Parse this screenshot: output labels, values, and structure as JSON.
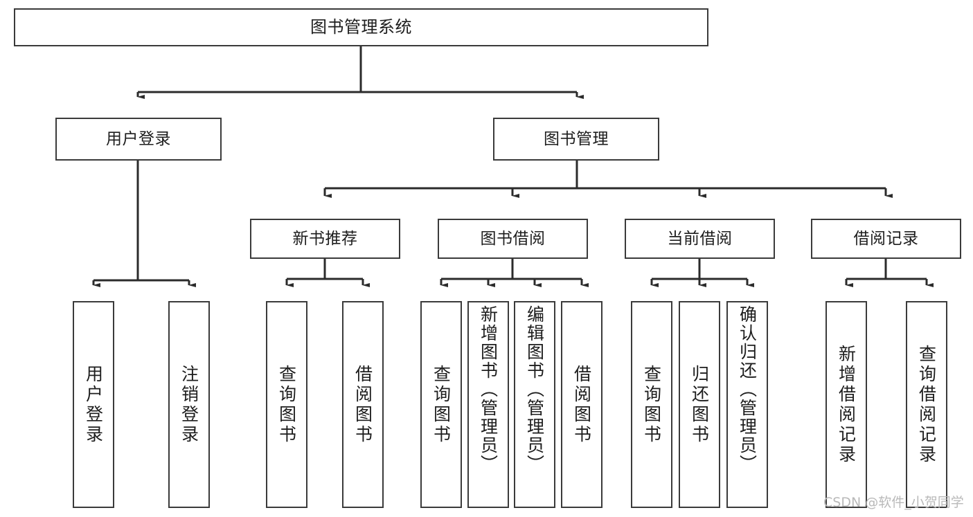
{
  "diagram": {
    "title": "图书管理系统",
    "type": "tree",
    "orientation": "top-down",
    "colors": {
      "box_border": "#3a3a3a",
      "box_fill": "#ffffff",
      "edge": "#2b2b2b",
      "text": "#1d1d1d",
      "watermark": "#b9b9b9",
      "background": "#ffffff"
    },
    "root": {
      "label": "图书管理系统"
    },
    "level2": [
      {
        "label": "用户登录"
      },
      {
        "label": "图书管理"
      }
    ],
    "level3": [
      {
        "label": "新书推荐"
      },
      {
        "label": "图书借阅"
      },
      {
        "label": "当前借阅"
      },
      {
        "label": "借阅记录"
      }
    ],
    "leaves": [
      {
        "label": "用户登录",
        "parent": "用户登录"
      },
      {
        "label": "注销登录",
        "parent": "用户登录"
      },
      {
        "label": "查询图书",
        "parent": "新书推荐"
      },
      {
        "label": "借阅图书",
        "parent": "新书推荐"
      },
      {
        "label": "查询图书",
        "parent": "图书借阅"
      },
      {
        "label": "新增图书（管理员）",
        "parent": "图书借阅"
      },
      {
        "label": "编辑图书（管理员）",
        "parent": "图书借阅"
      },
      {
        "label": "借阅图书",
        "parent": "图书借阅"
      },
      {
        "label": "查询图书",
        "parent": "当前借阅"
      },
      {
        "label": "归还图书",
        "parent": "当前借阅"
      },
      {
        "label": "确认归还（管理员）",
        "parent": "当前借阅"
      },
      {
        "label": "新增借阅记录",
        "parent": "借阅记录"
      },
      {
        "label": "查询借阅记录",
        "parent": "借阅记录"
      }
    ]
  },
  "watermark": {
    "text": "CSDN @软件_小贺同学"
  }
}
